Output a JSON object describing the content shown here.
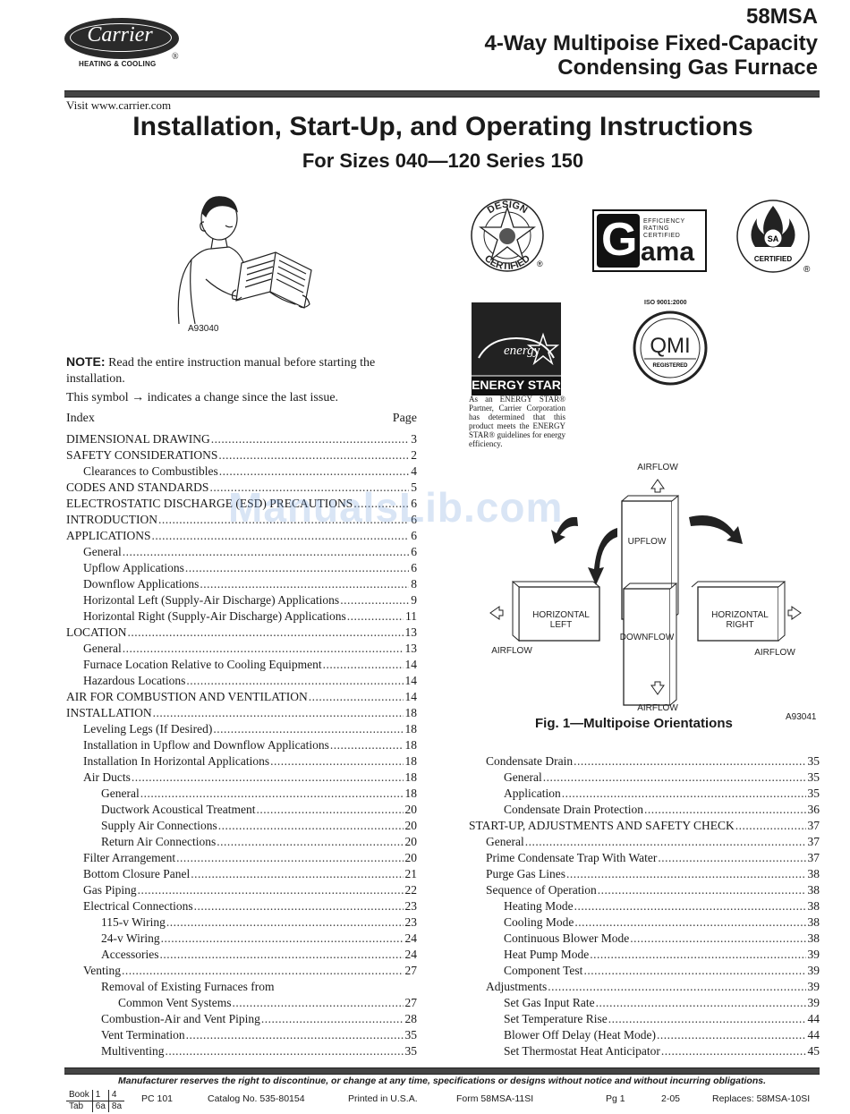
{
  "header": {
    "brand": "Carrier",
    "brand_sub": "HEATING & COOLING",
    "brand_reg": "®",
    "model": "58MSA",
    "subtitle_line1": "4-Way Multipoise Fixed-Capacity",
    "subtitle_line2": "Condensing Gas Furnace"
  },
  "visit": "Visit www.carrier.com",
  "title": "Installation, Start-Up, and Operating Instructions",
  "title_sub": "For Sizes 040—120 Series 150",
  "illustration_code": "A93040",
  "note": {
    "label": "NOTE:",
    "text": " Read the entire instruction manual before starting the installation."
  },
  "symbol_line": "This symbol → indicates a change since the last issue.",
  "index_header": {
    "left": "Index",
    "right": "Page"
  },
  "toc_left": [
    {
      "t": "DIMENSIONAL DRAWING",
      "p": "3",
      "l": 0
    },
    {
      "t": "SAFETY CONSIDERATIONS",
      "p": "2",
      "l": 0
    },
    {
      "t": "Clearances to Combustibles",
      "p": "4",
      "l": 1
    },
    {
      "t": "CODES AND STANDARDS",
      "p": "5",
      "l": 0
    },
    {
      "t": "ELECTROSTATIC DISCHARGE (ESD) PRECAUTIONS",
      "p": "6",
      "l": 0
    },
    {
      "t": "INTRODUCTION",
      "p": "6",
      "l": 0
    },
    {
      "t": "APPLICATIONS",
      "p": "6",
      "l": 0
    },
    {
      "t": "General",
      "p": "6",
      "l": 1
    },
    {
      "t": "Upflow Applications",
      "p": "6",
      "l": 1
    },
    {
      "t": "Downflow Applications",
      "p": "8",
      "l": 1
    },
    {
      "t": "Horizontal Left (Supply-Air Discharge) Applications",
      "p": "9",
      "l": 1
    },
    {
      "t": "Horizontal Right (Supply-Air Discharge) Applications",
      "p": "11",
      "l": 1
    },
    {
      "t": "LOCATION",
      "p": "13",
      "l": 0
    },
    {
      "t": "General",
      "p": "13",
      "l": 1
    },
    {
      "t": "Furnace Location Relative to Cooling Equipment",
      "p": "14",
      "l": 1
    },
    {
      "t": "Hazardous Locations",
      "p": "14",
      "l": 1
    },
    {
      "t": "AIR FOR COMBUSTION AND VENTILATION",
      "p": "14",
      "l": 0
    },
    {
      "t": "INSTALLATION",
      "p": "18",
      "l": 0
    },
    {
      "t": "Leveling Legs (If Desired)",
      "p": "18",
      "l": 1
    },
    {
      "t": "Installation in Upflow and Downflow Applications",
      "p": "18",
      "l": 1
    },
    {
      "t": "Installation In Horizontal Applications",
      "p": "18",
      "l": 1
    },
    {
      "t": "Air Ducts",
      "p": "18",
      "l": 1
    },
    {
      "t": "General",
      "p": "18",
      "l": 2
    },
    {
      "t": "Ductwork Acoustical Treatment",
      "p": "20",
      "l": 2
    },
    {
      "t": "Supply Air Connections",
      "p": "20",
      "l": 2
    },
    {
      "t": "Return Air Connections",
      "p": "20",
      "l": 2
    },
    {
      "t": "Filter Arrangement",
      "p": "20",
      "l": 1
    },
    {
      "t": "Bottom Closure Panel",
      "p": "21",
      "l": 1
    },
    {
      "t": "Gas Piping",
      "p": "22",
      "l": 1
    },
    {
      "t": "Electrical Connections",
      "p": "23",
      "l": 1
    },
    {
      "t": "115-v Wiring",
      "p": "23",
      "l": 2
    },
    {
      "t": "24-v Wiring",
      "p": "24",
      "l": 2
    },
    {
      "t": "Accessories",
      "p": "24",
      "l": 2
    },
    {
      "t": "Venting",
      "p": "27",
      "l": 1
    },
    {
      "t": "Removal of Existing Furnaces from",
      "p": "",
      "l": 2
    },
    {
      "t": "Common Vent Systems",
      "p": "27",
      "l": 3
    },
    {
      "t": "Combustion-Air and Vent Piping",
      "p": "28",
      "l": 2
    },
    {
      "t": "Vent Termination",
      "p": "35",
      "l": 2
    },
    {
      "t": "Multiventing",
      "p": "35",
      "l": 2
    }
  ],
  "toc_right": [
    {
      "t": "Condensate Drain",
      "p": "35",
      "l": 1
    },
    {
      "t": "General",
      "p": "35",
      "l": 2
    },
    {
      "t": "Application",
      "p": "35",
      "l": 2
    },
    {
      "t": "Condensate Drain Protection",
      "p": "36",
      "l": 2
    },
    {
      "t": "START-UP, ADJUSTMENTS AND SAFETY CHECK",
      "p": "37",
      "l": 0
    },
    {
      "t": "General",
      "p": "37",
      "l": 1
    },
    {
      "t": "Prime Condensate Trap With Water",
      "p": "37",
      "l": 1
    },
    {
      "t": "Purge Gas Lines",
      "p": "38",
      "l": 1
    },
    {
      "t": "Sequence of Operation",
      "p": "38",
      "l": 1
    },
    {
      "t": "Heating Mode",
      "p": "38",
      "l": 2
    },
    {
      "t": "Cooling Mode",
      "p": "38",
      "l": 2
    },
    {
      "t": "Continuous Blower Mode",
      "p": "38",
      "l": 2
    },
    {
      "t": "Heat Pump Mode",
      "p": "39",
      "l": 2
    },
    {
      "t": "Component Test",
      "p": "39",
      "l": 2
    },
    {
      "t": "Adjustments",
      "p": "39",
      "l": 1
    },
    {
      "t": "Set Gas Input Rate",
      "p": "39",
      "l": 2
    },
    {
      "t": "Set Temperature Rise",
      "p": "44",
      "l": 2
    },
    {
      "t": "Blower Off Delay (Heat Mode)",
      "p": "44",
      "l": 2
    },
    {
      "t": "Set Thermostat Heat Anticipator",
      "p": "45",
      "l": 2
    }
  ],
  "certs": {
    "design_top": "DESIGN",
    "design_bottom": "CERTIFIED",
    "gama_lines": [
      "EFFICIENCY",
      "RATING",
      "CERTIFIED"
    ],
    "gama_word": "ama",
    "csa_label": "CERTIFIED",
    "energy_star_label": "ENERGY STAR",
    "energy_star_text": "As an ENERGY STAR® Partner, Carrier Corporation has determined that this product meets the ENERGY STAR® guidelines for energy efficiency.",
    "iso_label": "ISO 9001:2000",
    "qmi_label": "REGISTERED",
    "qmi_word": "QMI"
  },
  "figure": {
    "caption": "Fig. 1—Multipoise Orientations",
    "code": "A93041",
    "labels": {
      "airflow": "AIRFLOW",
      "upflow": "UPFLOW",
      "downflow": "DOWNFLOW",
      "hl1": "HORIZONTAL",
      "hl2": "LEFT",
      "hr1": "HORIZONTAL",
      "hr2": "RIGHT"
    }
  },
  "watermark": "ManualsLib.com",
  "footer": {
    "disclaimer": "Manufacturer reserves the right to discontinue, or change at any time, specifications or designs without notice and without incurring obligations.",
    "book_label": "Book",
    "book_vals": [
      "1",
      "4"
    ],
    "tab_label": "Tab",
    "tab_vals": [
      "6a",
      "8a"
    ],
    "pc": "PC 101",
    "catalog": "Catalog No.  535-80154",
    "printed": "Printed in U.S.A.",
    "form": "Form  58MSA-11SI",
    "pg": "Pg 1",
    "date": "2-05",
    "replaces": "Replaces:  58MSA-10SI"
  }
}
